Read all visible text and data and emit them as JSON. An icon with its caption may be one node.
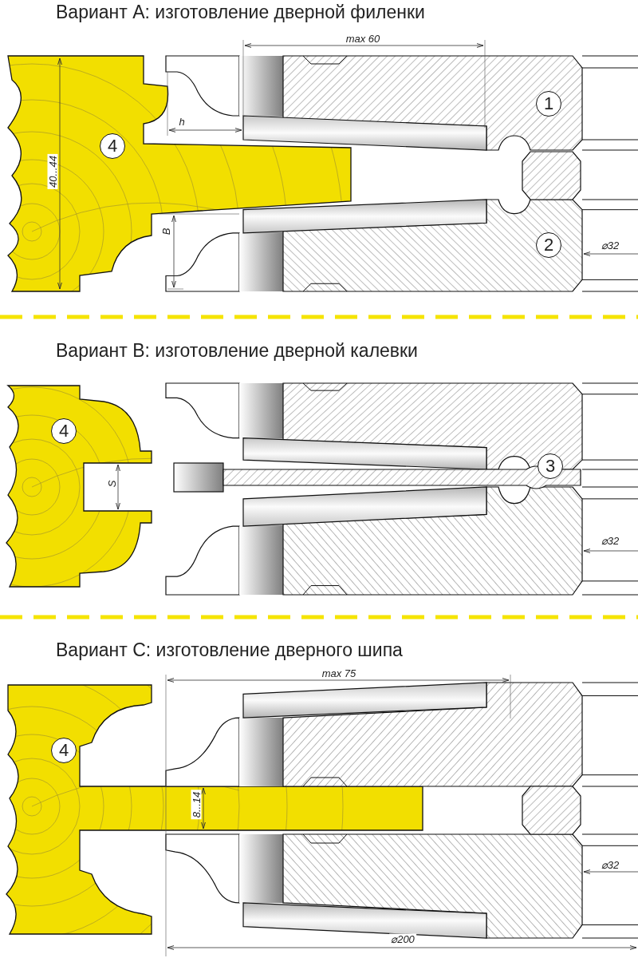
{
  "diagram": {
    "labels": [
      "Вариант А: изготовление дверной филенки",
      "max 60",
      "1",
      "4",
      "h",
      "40...44",
      "B",
      "2",
      "⌀32",
      "Вариант В: изготовление дверной калевки",
      "4",
      "S",
      "3",
      "⌀32",
      "Вариант С: изготовление дверного шипа",
      "max 75",
      "4",
      "8...14",
      "⌀32",
      "⌀200"
    ]
  }
}
